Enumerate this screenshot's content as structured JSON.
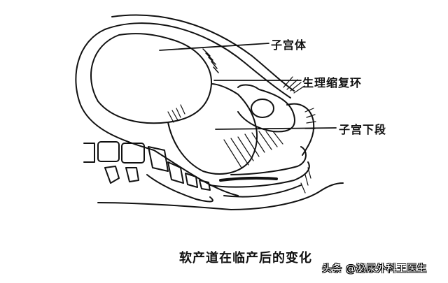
{
  "diagram": {
    "title": "软产道在临产后的变化",
    "labels": [
      {
        "id": "uterine-body",
        "text": "子宫体"
      },
      {
        "id": "physiological-retraction-ring",
        "text": "生理缩复环"
      },
      {
        "id": "lower-uterine-segment",
        "text": "子宫下段"
      }
    ],
    "watermark": "头条 @泌尿外科王医生",
    "colors": {
      "ink": "#111111",
      "background": "#ffffff"
    }
  }
}
